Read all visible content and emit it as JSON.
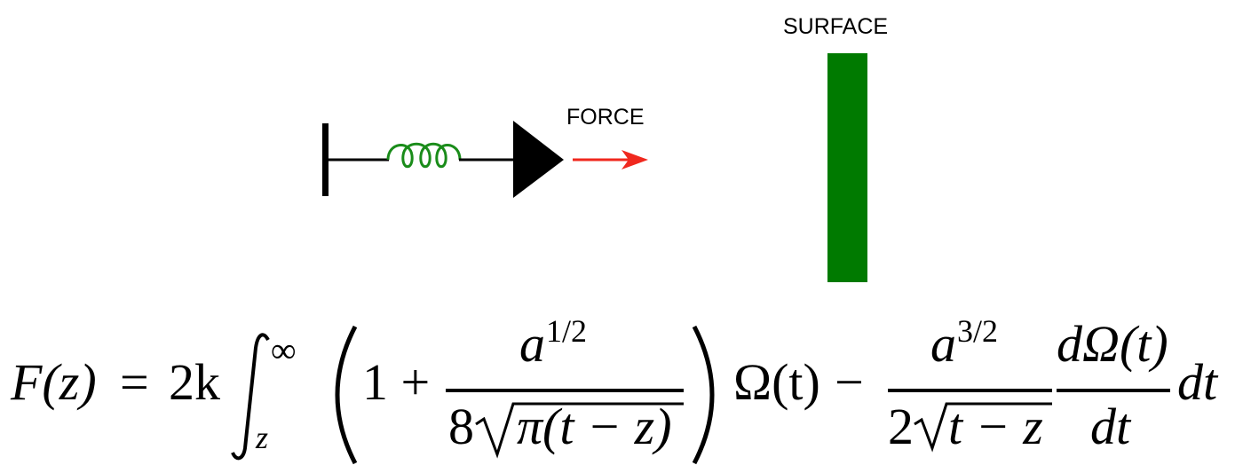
{
  "labels": {
    "force": "FORCE",
    "surface": "SURFACE"
  },
  "colors": {
    "spring": "#1a8c1a",
    "force_arrow": "#f0281e",
    "surface": "#007a00",
    "ink": "#000000"
  },
  "equation": {
    "lhs": "F(z)",
    "equals": "=",
    "coef": "2k",
    "integral_upper": "∞",
    "integral_lower": "z",
    "one_plus": "1 +",
    "frac1_num_base": "a",
    "frac1_num_exp": "1/2",
    "frac1_den_coef": "8",
    "frac1_den_radicand": "π(t − z)",
    "omega_t": "Ω(t)",
    "minus": "−",
    "frac2_num_base": "a",
    "frac2_num_exp": "3/2",
    "frac2_den_coef": "2",
    "frac2_den_radicand": "t − z",
    "frac3_num": "dΩ(t)",
    "frac3_den": "dt",
    "differential": "dt"
  }
}
